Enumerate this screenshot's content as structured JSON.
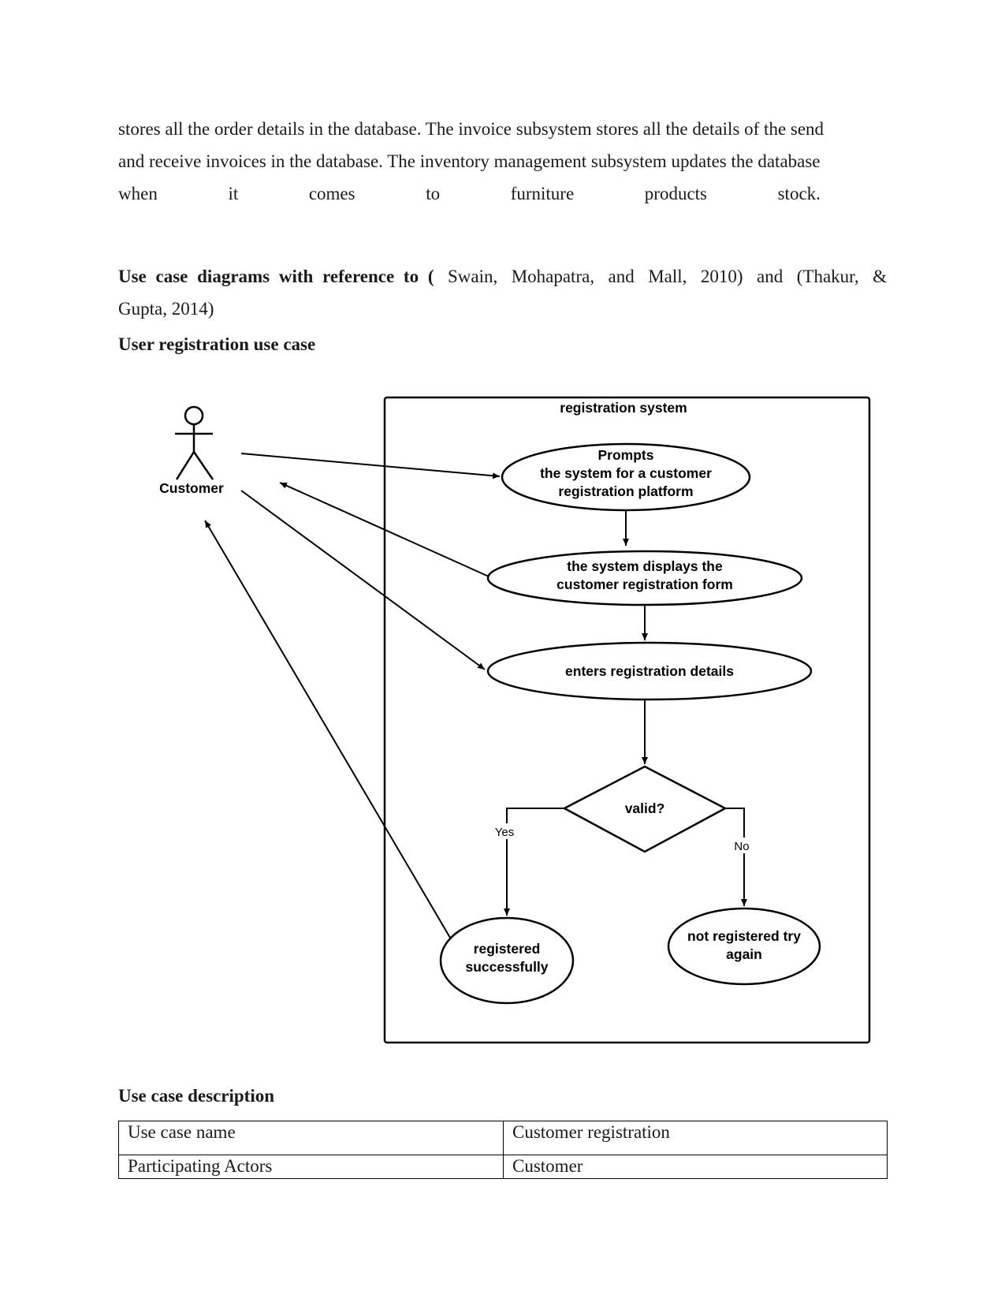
{
  "paragraph": {
    "line1": "stores all the order details in the database. The invoice subsystem stores all the details of the send",
    "line2": "and receive invoices in the database. The inventory management subsystem updates the database",
    "line3_words": [
      "when",
      "it",
      "comes",
      "to",
      "furniture",
      "products",
      "stock."
    ]
  },
  "reference_heading": {
    "bold_part": "Use case diagrams with reference to (",
    "line1_words": [
      "Swain,",
      "Mohapatra,",
      "and",
      "Mall,",
      "2010)",
      "and",
      "(Thakur,",
      "&"
    ],
    "line2": "Gupta, 2014)"
  },
  "section_title": "User registration use case",
  "diagram": {
    "system_label": "registration system",
    "actor_label": "Customer",
    "usecase1_lines": [
      "Prompts",
      "the system for a customer",
      "registration platform"
    ],
    "usecase2_lines": [
      "the system displays the",
      "customer registration form"
    ],
    "usecase3": "enters registration details",
    "decision": "valid?",
    "yes_label": "Yes",
    "no_label": "No",
    "success_lines": [
      "registered",
      "successfully"
    ],
    "failure_lines": [
      "not registered try",
      "again"
    ]
  },
  "description_title": "Use case description",
  "table": {
    "rows": [
      [
        "Use case name",
        "Customer registration"
      ],
      [
        "Participating Actors",
        "Customer"
      ]
    ]
  }
}
